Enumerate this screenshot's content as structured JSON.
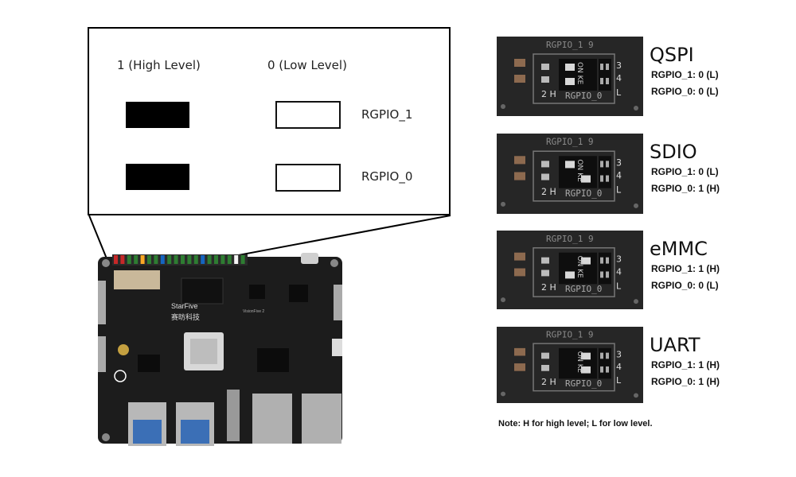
{
  "legend": {
    "high_header": "1 (High Level)",
    "low_header": "0 (Low Level)",
    "rows": [
      {
        "label": "RGPIO_1"
      },
      {
        "label": "RGPIO_0"
      }
    ]
  },
  "board": {
    "brand": "StarFive",
    "brand_cn": "赛昉科技",
    "model": "VisionFive 2"
  },
  "photo_text": {
    "top_label": "RGPIO_1 9",
    "bottom_label": "RGPIO_0",
    "switch_text": "ON KE",
    "corner": "2 H"
  },
  "modes": [
    {
      "name": "QSPI",
      "rgpio1": "RGPIO_1: 0 (L)",
      "rgpio0": "RGPIO_0: 0 (L)",
      "sw1": 0,
      "sw0": 0
    },
    {
      "name": "SDIO",
      "rgpio1": "RGPIO_1: 0 (L)",
      "rgpio0": "RGPIO_0: 1 (H)",
      "sw1": 0,
      "sw0": 1
    },
    {
      "name": "eMMC",
      "rgpio1": "RGPIO_1: 1 (H)",
      "rgpio0": "RGPIO_0: 0 (L)",
      "sw1": 1,
      "sw0": 0
    },
    {
      "name": "UART",
      "rgpio1": "RGPIO_1: 1 (H)",
      "rgpio0": "RGPIO_0: 1 (H)",
      "sw1": 1,
      "sw0": 1
    }
  ],
  "note": "Note: H for high level; L for low level.",
  "colors": {
    "pcb": "#1c1c1c",
    "frame": "#000000",
    "switch_body": "#e8e8e8"
  }
}
